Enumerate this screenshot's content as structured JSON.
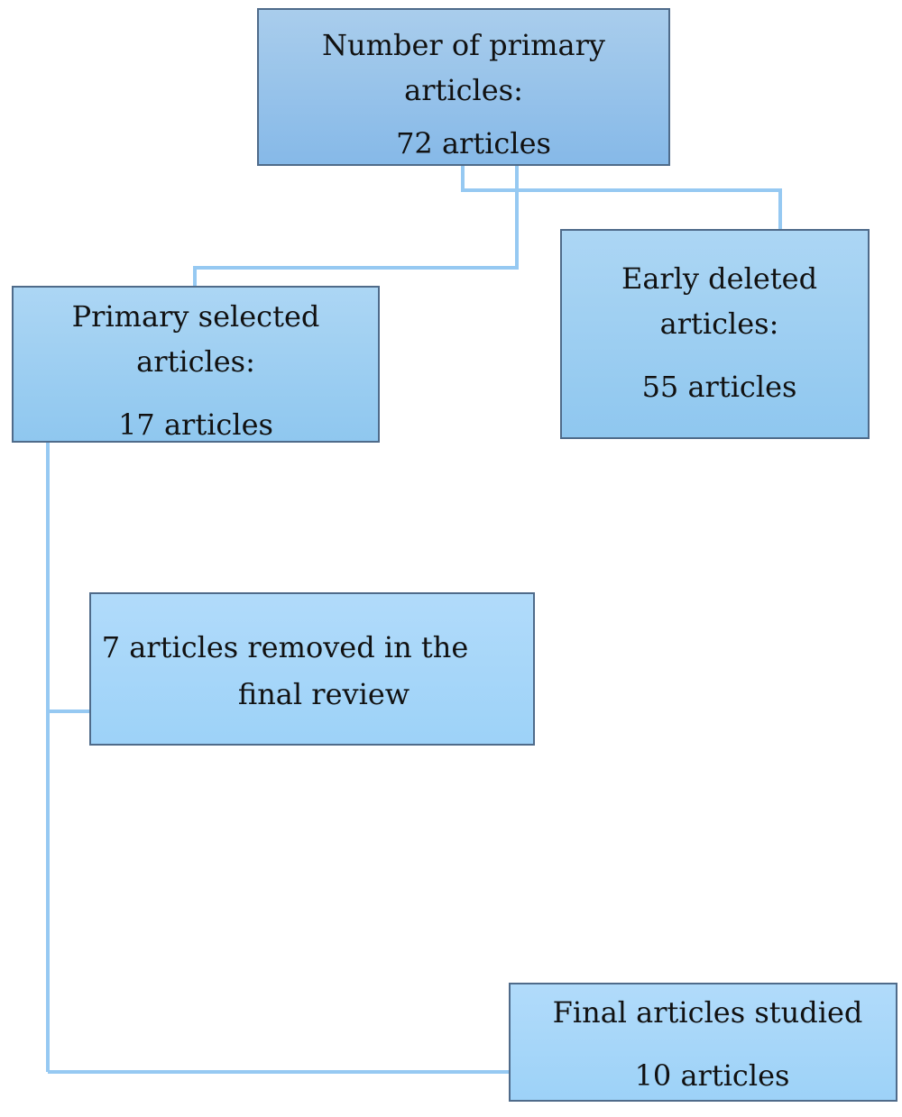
{
  "boxes": {
    "primary_articles": {
      "title_line1": "Number of primary",
      "title_line2": "articles:",
      "count": "72 articles"
    },
    "primary_selected": {
      "title_line1": "Primary selected",
      "title_line2": "articles:",
      "count": "17 articles"
    },
    "early_deleted": {
      "title_line1": "Early deleted",
      "title_line2": "articles:",
      "count": "55 articles"
    },
    "removed_final_review": {
      "line1": "7 articles removed in the",
      "line2": "final review"
    },
    "final_studied": {
      "title": "Final articles studied",
      "count": "10 articles"
    }
  },
  "colors": {
    "connector": "#96c9f2",
    "box_border": "#4f6b8a",
    "box_fill_top": "#a9cdec",
    "box_fill_light": "#b1dbfa"
  }
}
